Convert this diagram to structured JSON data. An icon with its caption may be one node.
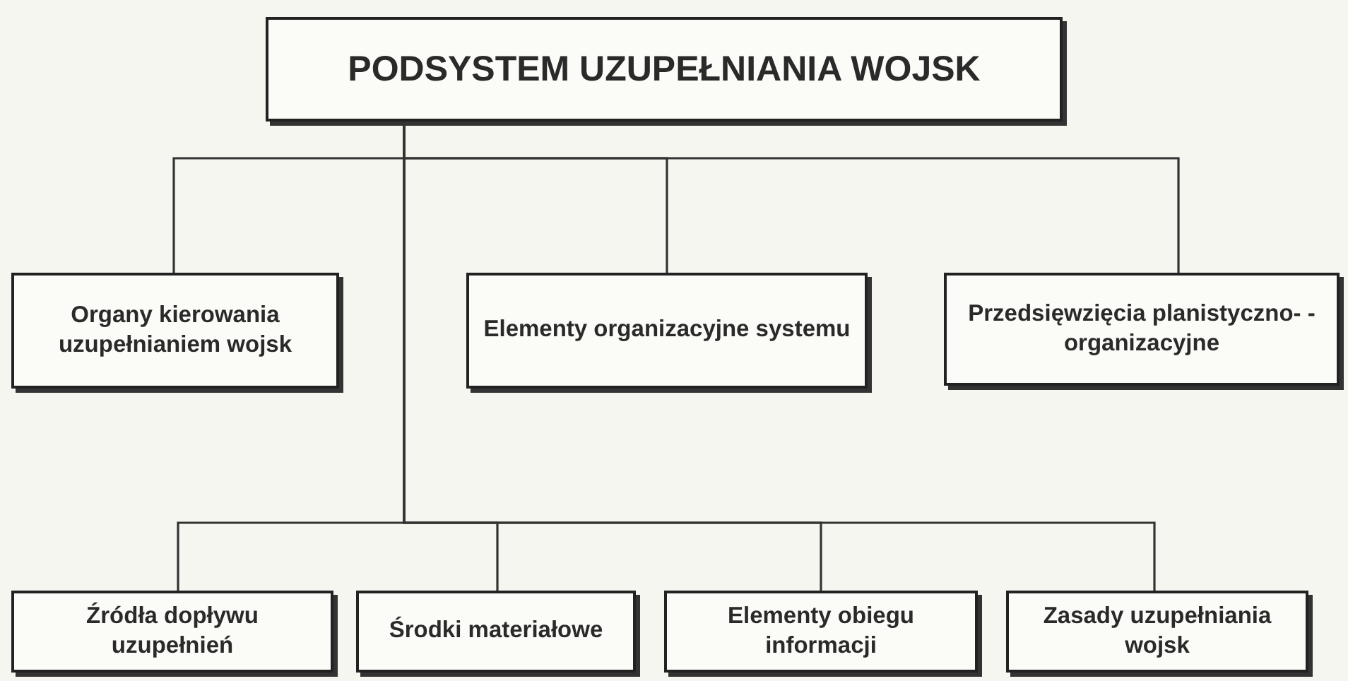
{
  "diagram": {
    "nodes": [
      {
        "text": [
          "PODSYSTEM UZUPEŁNIANIA WOJSK"
        ]
      },
      {
        "text": [
          "Organy kierowania uzupełnianiem wojsk"
        ]
      },
      {
        "text": [
          "Elementy organizacyjne systemu"
        ]
      },
      {
        "text": [
          "Przedsięwzięcia planistyczno- -organizacyjne"
        ]
      },
      {
        "text": [
          "Źródła dopływu uzupełnień"
        ]
      },
      {
        "text": [
          "Środki materiałowe"
        ]
      },
      {
        "text": [
          "Elementy obiegu informacji"
        ]
      },
      {
        "text": [
          "Zasady uzupełniania wojsk"
        ]
      }
    ],
    "edges": [
      {
        "from": 0,
        "to": 1,
        "arrow": "none"
      },
      {
        "from": 0,
        "to": 2,
        "arrow": "none"
      },
      {
        "from": 0,
        "to": 3,
        "arrow": "none"
      },
      {
        "from": 0,
        "to": 4,
        "arrow": "none"
      },
      {
        "from": 0,
        "to": 5,
        "arrow": "none"
      },
      {
        "from": 0,
        "to": 6,
        "arrow": "none"
      },
      {
        "from": 0,
        "to": 7,
        "arrow": "none"
      }
    ]
  }
}
